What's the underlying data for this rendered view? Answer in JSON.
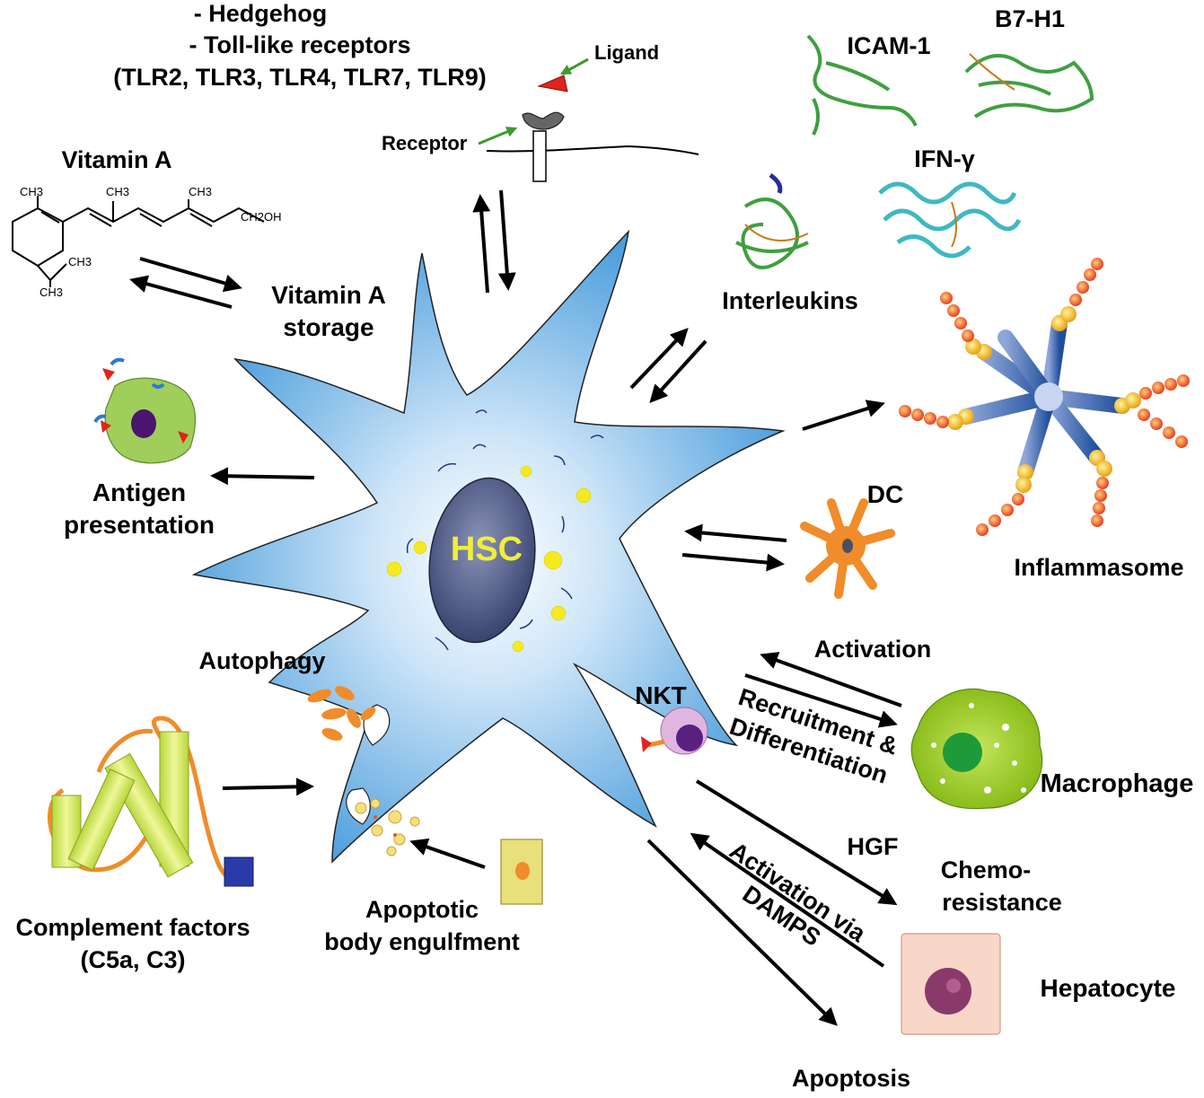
{
  "center": {
    "label": "HSC",
    "label_color": "#f2ee3a"
  },
  "colors": {
    "cell_blue": "#5aa6e2",
    "nucleus": "#4a5686",
    "lipid_droplet": "#f4ea1f",
    "arrow": "#000000",
    "pointer_green": "#3f9a2c",
    "ligand_red": "#e0241d",
    "protein_green": "#3f9f3f",
    "protein_cyan": "#3fb8c3",
    "inflammasome_blue": "#1f4f9c",
    "inflammasome_red": "#f05a28",
    "dc_orange": "#f08c2a",
    "macrophage_green": "#9ccc1a",
    "hepatocyte_pink": "#f8d6c8"
  },
  "receptor": {
    "lines": [
      "- Hedgehog",
      "- Toll-like receptors",
      "(TLR2, TLR3, TLR4, TLR7, TLR9)"
    ],
    "ligand_label": "Ligand",
    "receptor_label": "Receptor"
  },
  "vitamin_a": {
    "title": "Vitamin A",
    "methyl": [
      "CH3",
      "CH3",
      "CH3",
      "CH3",
      "CH3"
    ],
    "alcohol": "CH2OH",
    "storage_lines": [
      "Vitamin A",
      "storage"
    ]
  },
  "antigen": {
    "lines": [
      "Antigen",
      "presentation"
    ]
  },
  "autophagy": {
    "label": "Autophagy"
  },
  "complement": {
    "lines": [
      "Complement factors",
      "(C5a, C3)"
    ]
  },
  "apoptotic": {
    "lines": [
      "Apoptotic",
      "body engulfment"
    ]
  },
  "proteins": {
    "icam": "ICAM-1",
    "b7": "B7-H1",
    "ifn": "IFN-γ",
    "interleukins": "Interleukins"
  },
  "inflammasome": {
    "label": "Inflammasome"
  },
  "dc": {
    "label": "DC"
  },
  "nkt": {
    "label": "NKT"
  },
  "macrophage": {
    "label": "Macrophage",
    "activation": "Activation",
    "recruitment_lines": [
      "Recruitment &",
      "Differentiation"
    ]
  },
  "hepatocyte": {
    "label": "Hepatocyte",
    "hgf": "HGF",
    "chemo_lines": [
      "Chemo-",
      "resistance"
    ],
    "damps_lines": [
      "Activation via",
      "DAMPS"
    ]
  },
  "apoptosis": {
    "label": "Apoptosis"
  }
}
